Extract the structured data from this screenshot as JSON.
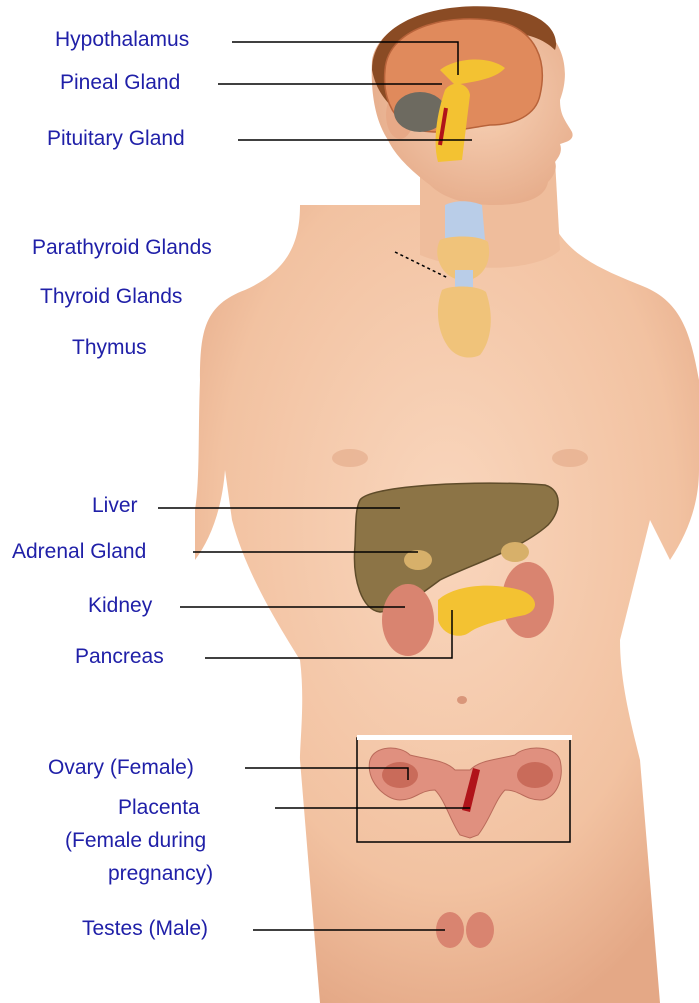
{
  "labels": {
    "hypothalamus": "Hypothalamus",
    "pineal": "Pineal Gland",
    "pituitary": "Pituitary Gland",
    "parathyroid": "Parathyroid Glands",
    "thyroid": "Thyroid Glands",
    "thymus": "Thymus",
    "liver": "Liver",
    "adrenal": "Adrenal Gland",
    "kidney": "Kidney",
    "pancreas": "Pancreas",
    "ovary": "Ovary (Female)",
    "placenta_line1": "Placenta",
    "placenta_line2": "(Female during",
    "placenta_line3": "pregnancy)",
    "testes": "Testes (Male)"
  },
  "colors": {
    "label_text": "#2020a8",
    "skin": "#f4c7a8",
    "skin_shadow": "#e7ab88",
    "hair": "#8a4b24",
    "brain": "#e08a5c",
    "gland_yellow": "#f3c232",
    "liver": "#8c7446",
    "kidney": "#d98470",
    "uterus": "#e0907f",
    "placenta": "#b0141a",
    "leader_line": "#000000"
  }
}
